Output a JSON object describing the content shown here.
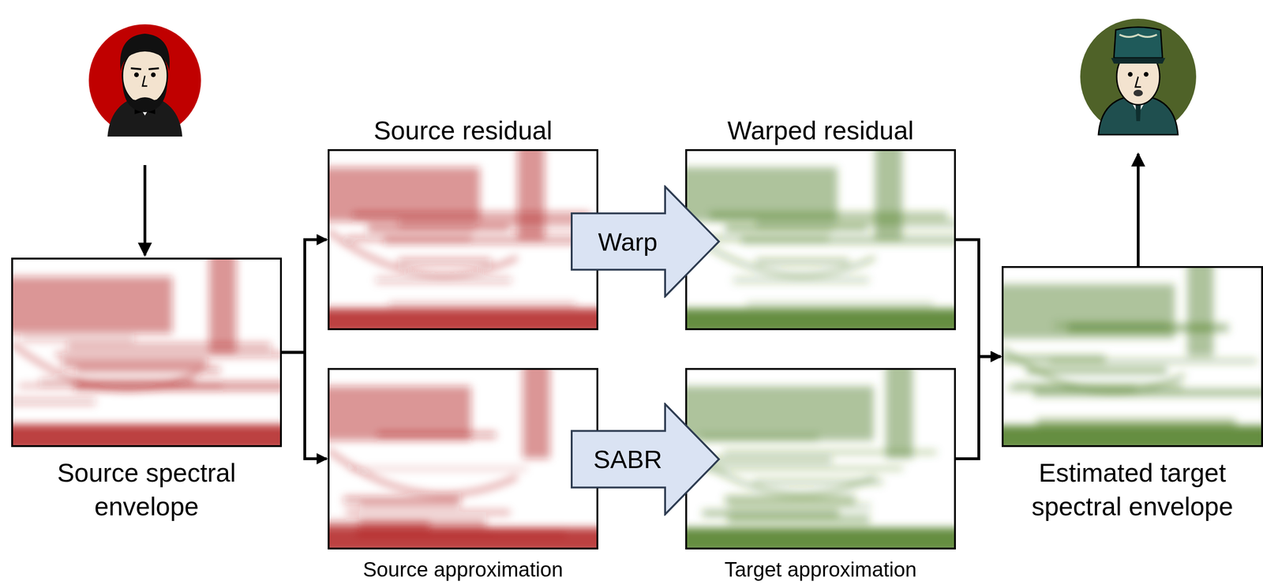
{
  "diagram": {
    "nodes": [
      {
        "text": [
          "Source spectral envelope"
        ]
      },
      {
        "text": [
          "Source residual"
        ]
      },
      {
        "text": [
          "Source approximation"
        ]
      },
      {
        "text": [
          "Warp"
        ]
      },
      {
        "text": [
          "SABR"
        ]
      },
      {
        "text": [
          "Warped residual"
        ]
      },
      {
        "text": [
          "Target approximation"
        ]
      },
      {
        "text": [
          "Estimated target spectral envelope"
        ]
      }
    ],
    "edges": [
      {
        "from": 0,
        "to": 1,
        "arrow": "to"
      },
      {
        "from": 0,
        "to": 2,
        "arrow": "to"
      },
      {
        "from": 5,
        "to": 7,
        "arrow": "to"
      },
      {
        "from": 6,
        "to": 7,
        "arrow": "to"
      }
    ]
  }
}
